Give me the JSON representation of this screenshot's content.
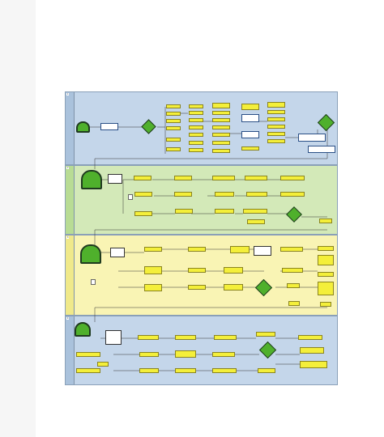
{
  "colors": {
    "lane_top": "#c4d6ea",
    "lane_plan": "#d3e9b8",
    "lane_deliver": "#f9f4b4",
    "lane_bottom": "#c4d6ea",
    "node": "#f4ef3a",
    "gate": "#4fb02c",
    "outline": "#2a4f86"
  },
  "lanes": [
    {
      "id": "lane-1",
      "num": "1",
      "title": ""
    },
    {
      "id": "lane-2",
      "num": "2",
      "title": ""
    },
    {
      "id": "lane-3",
      "num": "3",
      "title": ""
    },
    {
      "id": "lane-4",
      "num": "4",
      "title": ""
    }
  ],
  "gates": {
    "plan_gate": "",
    "deliver_gate": "",
    "close_gate": "",
    "start_gate": ""
  }
}
